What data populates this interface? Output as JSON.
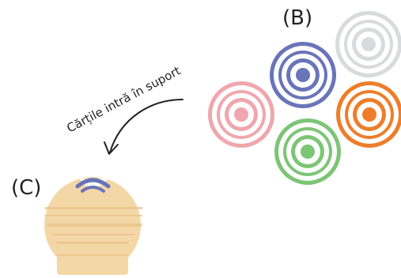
{
  "labels": {
    "cards_group": "(B)",
    "holder": "(C)",
    "annotation": "Cărțile intră în suport"
  },
  "cards": [
    {
      "name": "card-gray",
      "color": "#d9dadb"
    },
    {
      "name": "card-blue",
      "color": "#6a74b8"
    },
    {
      "name": "card-pink",
      "color": "#f0a6ae"
    },
    {
      "name": "card-orange",
      "color": "#ee7d2a"
    },
    {
      "name": "card-green",
      "color": "#7cc575"
    }
  ],
  "holder": {
    "wood_color": "#f4d7a6",
    "stripe_color": "#e9c28a",
    "inserted_card_color": "#6a74b8"
  },
  "arrow_color": "#222222"
}
